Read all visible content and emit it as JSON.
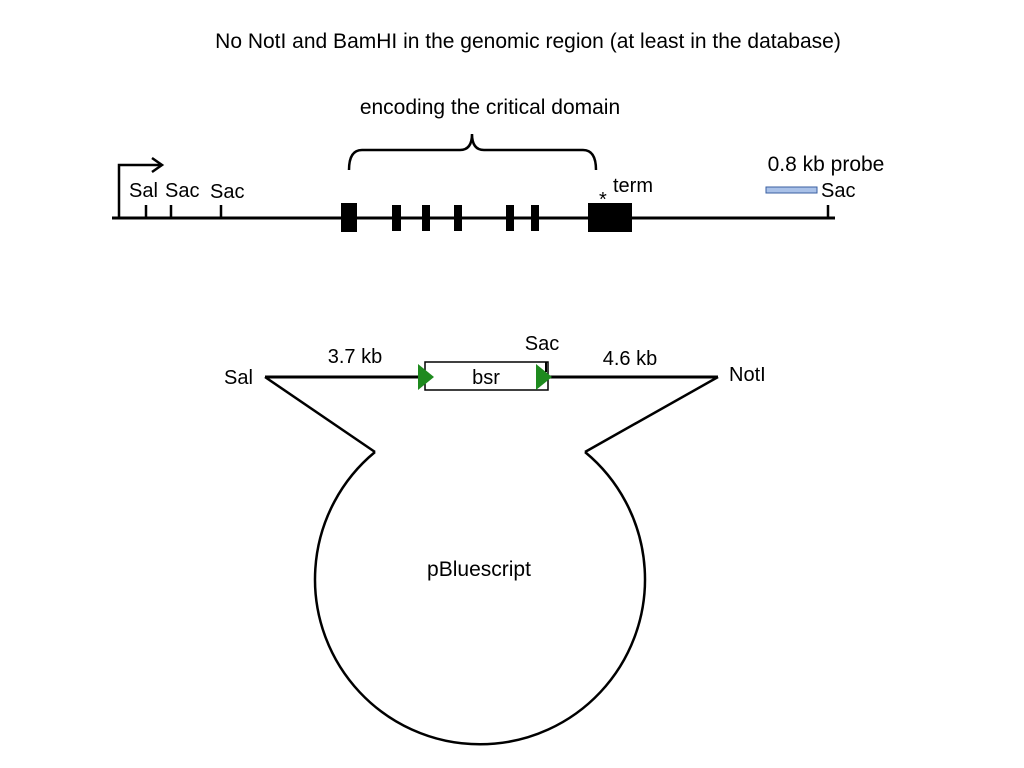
{
  "title": "No NotI and BamHI in the genomic region (at least in the database)",
  "genomic": {
    "brace_label": "encoding the critical domain",
    "sites": [
      "Sal",
      "Sac",
      "Sac"
    ],
    "stop_marker": "*",
    "term_label": "term",
    "probe_label": "0.8 kb probe",
    "probe_site": "Sac",
    "probe_color": "#a9c1e8"
  },
  "construct": {
    "left_site": "Sal",
    "left_arm": "3.7 kb",
    "marker": "bsr",
    "marker_site": "Sac",
    "right_arm": "4.6 kb",
    "right_site": "NotI",
    "vector": "pBluescript",
    "loxp_color": "#1e8a1e"
  }
}
